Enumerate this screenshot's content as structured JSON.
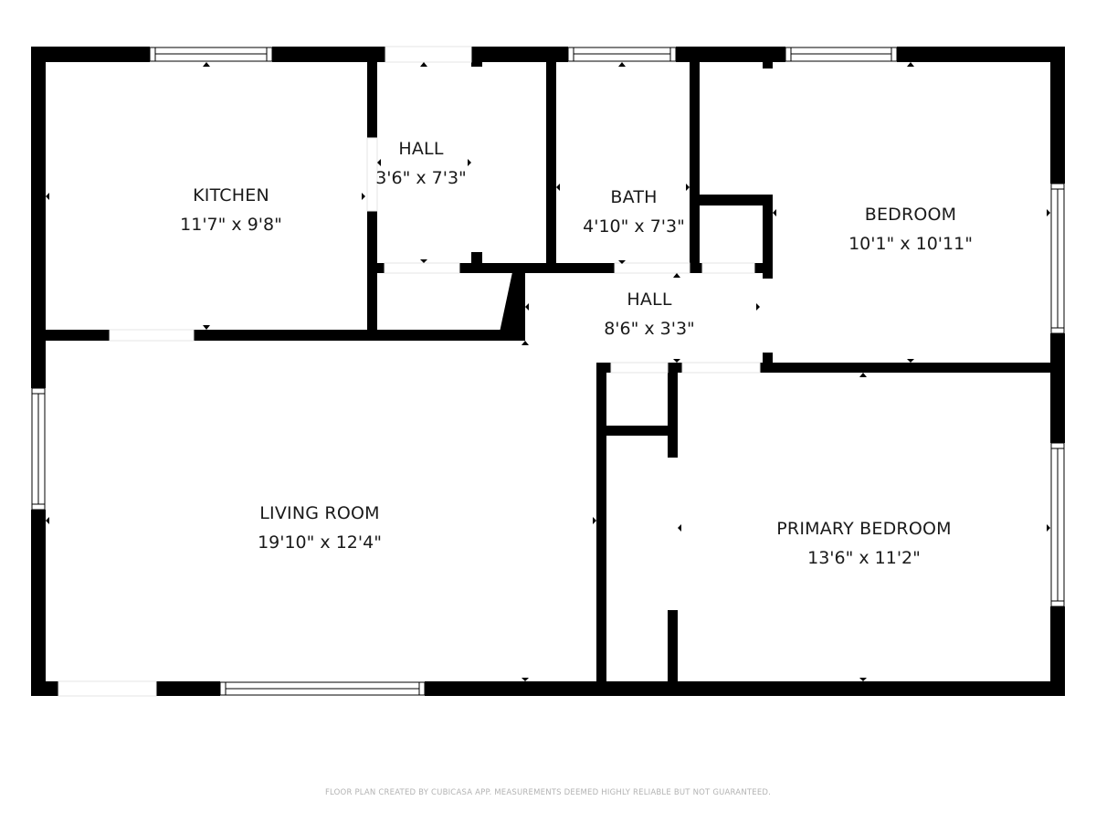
{
  "floor_plan": {
    "rooms": [
      {
        "id": "kitchen",
        "name": "KITCHEN",
        "dimensions": "11'7\" x 9'8\""
      },
      {
        "id": "hall-1",
        "name": "HALL",
        "dimensions": "3'6\" x 7'3\""
      },
      {
        "id": "bath",
        "name": "BATH",
        "dimensions": "4'10\" x 7'3\""
      },
      {
        "id": "bedroom",
        "name": "BEDROOM",
        "dimensions": "10'1\" x 10'11\""
      },
      {
        "id": "hall-2",
        "name": "HALL",
        "dimensions": "8'6\" x 3'3\""
      },
      {
        "id": "living-room",
        "name": "LIVING ROOM",
        "dimensions": "19'10\" x 12'4\""
      },
      {
        "id": "primary-bedroom",
        "name": "PRIMARY BEDROOM",
        "dimensions": "13'6\" x 11'2\""
      }
    ],
    "wall_color": "#000000",
    "background_color": "#ffffff"
  },
  "footer": {
    "disclaimer": "FLOOR PLAN CREATED BY CUBICASA APP. MEASUREMENTS DEEMED HIGHLY RELIABLE BUT NOT GUARANTEED."
  }
}
